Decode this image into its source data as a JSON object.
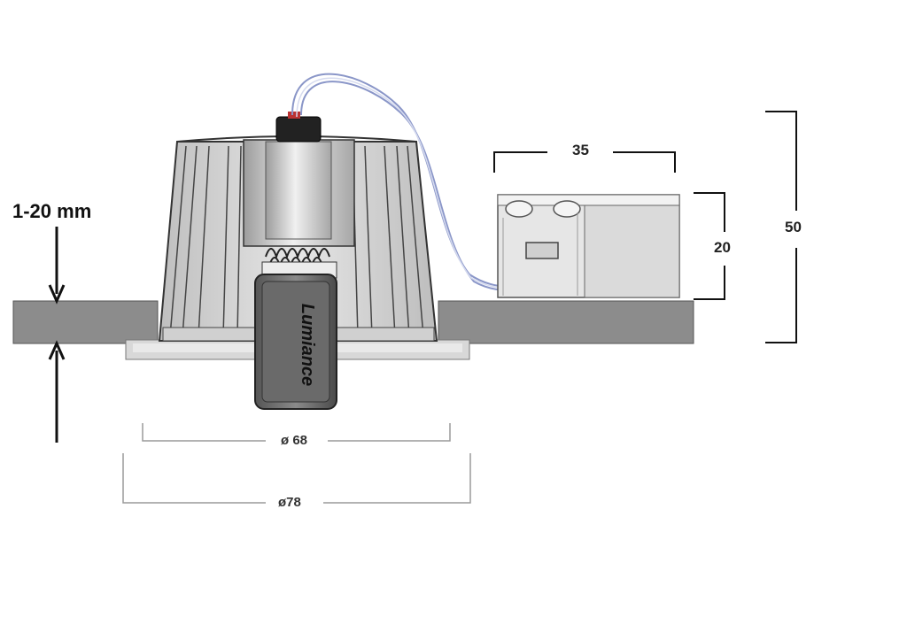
{
  "labels": {
    "thickness": "1-20 mm",
    "driver_width": "35",
    "driver_height": "20",
    "total_height": "50",
    "diameter_inner": "ø 68",
    "diameter_outer": "ø78",
    "brand": "Lumiance"
  },
  "colors": {
    "ceiling": "#8c8c8c",
    "line": "#111111",
    "dim_line": "#9a9a9a",
    "wire": "#8a96c8",
    "driver": "#e2e2e2",
    "body": "#cfcfcf"
  }
}
